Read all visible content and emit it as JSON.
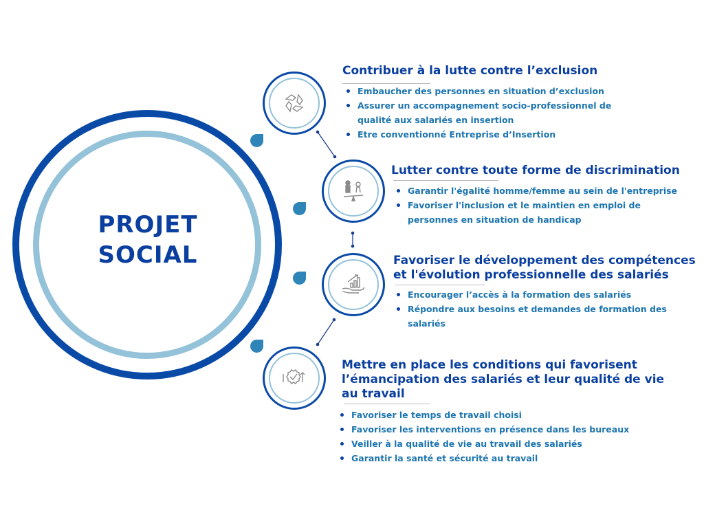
{
  "center": {
    "title_line1": "PROJET",
    "title_line2": "SOCIAL"
  },
  "sections": [
    {
      "heading_lines": [
        "Contribuer à la lutte contre l’exclusion"
      ],
      "icon": "hands-circle-icon",
      "bullets": [
        "Embaucher des personnes en situation d’exclusion",
        "Assurer un accompagnement socio-professionnel de",
        "qualité aux salariés en insertion",
        "Etre conventionné Entreprise d’Insertion"
      ]
    },
    {
      "heading_lines": [
        "Lutter contre toute forme de discrimination"
      ],
      "icon": "equality-balance-icon",
      "bullets": [
        "Garantir l'égalité homme/femme au sein de l'entreprise",
        "Favoriser l'inclusion et le maintien en emploi de",
        "personnes en situation de handicap"
      ]
    },
    {
      "heading_lines": [
        "Favoriser le développement des compétences",
        "et l'évolution professionnelle des salariés"
      ],
      "icon": "growth-chart-hand-icon",
      "bullets": [
        "Encourager l’accès à la formation des salariés",
        "Répondre aux besoins et demandes de formation des",
        "salariés"
      ]
    },
    {
      "heading_lines": [
        "Mettre en place les conditions qui favorisent",
        "l’émancipation des salariés et leur qualité de vie",
        "au travail"
      ],
      "icon": "quality-badge-icon",
      "bullets": [
        "Favoriser le temps de travail choisi",
        "Favoriser les interventions en présence dans les bureaux",
        "Veiller à la qualité de vie au travail des salariés",
        "Garantir la santé et sécurité au travail"
      ]
    }
  ],
  "colors": {
    "dark_blue": "#0a4aa7",
    "light_blue": "#93c2d9",
    "text_blue": "#1d75b0",
    "drop_blue": "#2f84b8"
  }
}
